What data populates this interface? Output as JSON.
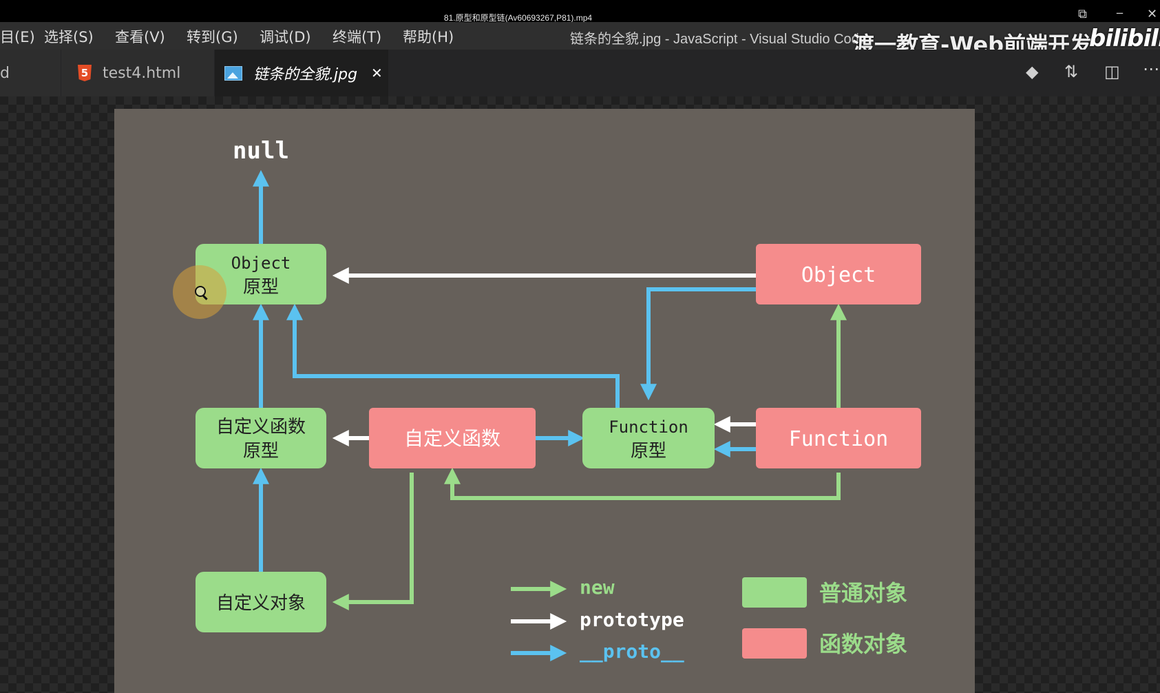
{
  "video": {
    "title": "81.原型和原型链(Av60693267,P81).mp4"
  },
  "menu": [
    {
      "label": "目(E)"
    },
    {
      "label": "选择(S)"
    },
    {
      "label": "查看(V)"
    },
    {
      "label": "转到(G)"
    },
    {
      "label": "调试(D)"
    },
    {
      "label": "终端(T)"
    },
    {
      "label": "帮助(H)"
    }
  ],
  "window": {
    "title": "链条的全貌.jpg - JavaScript - Visual Studio Code"
  },
  "watermark": {
    "text": "渡一教育-Web前端开发",
    "logo": "bilibili"
  },
  "tabs": [
    {
      "label": "d"
    },
    {
      "label": "test4.html",
      "icon": "html5-icon"
    },
    {
      "label": "链条的全貌.jpg",
      "icon": "image-icon",
      "active": true
    }
  ],
  "toolbar": [
    "git-compare-icon",
    "open-changes-icon",
    "split-editor-icon",
    "more-actions-icon"
  ],
  "diagram": {
    "null_label": "null",
    "nodes": {
      "object_proto": {
        "line1": "Object",
        "line2": "原型"
      },
      "object_fn": {
        "line1": "Object"
      },
      "custom_fn_proto": {
        "line1": "自定义函数",
        "line2": "原型"
      },
      "custom_fn": {
        "line1": "自定义函数"
      },
      "function_proto": {
        "line1": "Function",
        "line2": "原型"
      },
      "function_fn": {
        "line1": "Function"
      },
      "custom_obj": {
        "line1": "自定义对象"
      }
    },
    "legend": {
      "arrows": [
        {
          "label": "new",
          "color": "#9bdc8a"
        },
        {
          "label": "prototype",
          "color": "#ffffff"
        },
        {
          "label": "__proto__",
          "color": "#5bc2f0"
        }
      ],
      "boxes": [
        {
          "label": "普通对象",
          "color": "#9bdc8a"
        },
        {
          "label": "函数对象",
          "color": "#f58c8c"
        }
      ]
    }
  },
  "colors": {
    "green": "#9bdc8a",
    "pink": "#f58c8c",
    "blue": "#5bc2f0",
    "white": "#ffffff",
    "canvas": "#66605a"
  }
}
